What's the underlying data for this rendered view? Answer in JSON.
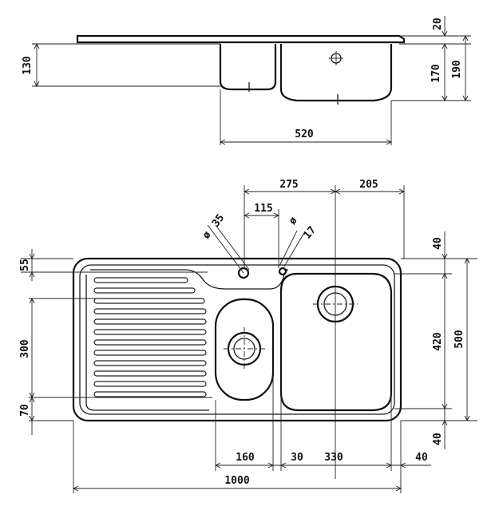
{
  "dimensions": {
    "top_view": {
      "total_height": "190",
      "rim": "20",
      "main_bowl_depth": "170",
      "small_bowl_depth": "130",
      "bowls_width": "520"
    },
    "plan_view": {
      "overall_length": "1000",
      "overall_width": "500",
      "bowl_width": "420",
      "front_margin": "40",
      "back_margin": "40",
      "drainer_top": "55",
      "drainer_length": "300",
      "drainer_bottom": "70",
      "small_bowl_width": "160",
      "gap": "30",
      "main_bowl_length": "330",
      "right_margin": "40",
      "tap_to_edge": "275",
      "right_offset": "205",
      "tap_spacing": "115",
      "tap_hole_diameter": "35",
      "overflow_hole_diameter": "17",
      "diameter_symbol": "ø"
    }
  }
}
